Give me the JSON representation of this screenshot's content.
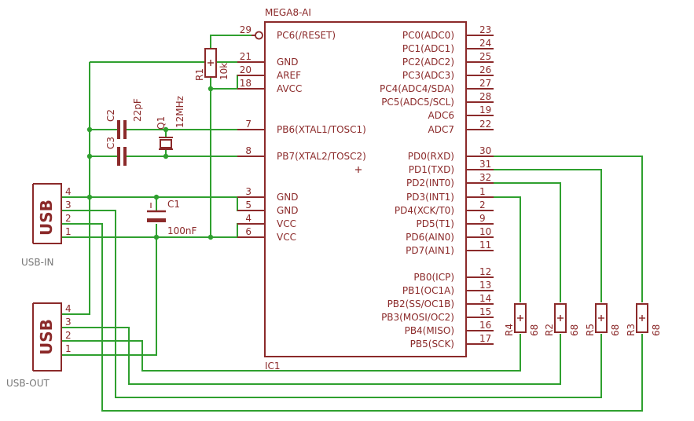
{
  "ic": {
    "name": "MEGA8-AI",
    "ref": "IC1",
    "left_pins": [
      {
        "num": "29",
        "name": "PC6(/RESET)"
      },
      {
        "num": "21",
        "name": "GND"
      },
      {
        "num": "20",
        "name": "AREF"
      },
      {
        "num": "18",
        "name": "AVCC"
      },
      {
        "num": "7",
        "name": "PB6(XTAL1/TOSC1)"
      },
      {
        "num": "8",
        "name": "PB7(XTAL2/TOSC2)"
      },
      {
        "num": "3",
        "name": "GND"
      },
      {
        "num": "5",
        "name": "GND"
      },
      {
        "num": "4",
        "name": "VCC"
      },
      {
        "num": "6",
        "name": "VCC"
      }
    ],
    "right_pins": [
      {
        "num": "23",
        "name": "PC0(ADC0)"
      },
      {
        "num": "24",
        "name": "PC1(ADC1)"
      },
      {
        "num": "25",
        "name": "PC2(ADC2)"
      },
      {
        "num": "26",
        "name": "PC3(ADC3)"
      },
      {
        "num": "27",
        "name": "PC4(ADC4/SDA)"
      },
      {
        "num": "28",
        "name": "PC5(ADC5/SCL)"
      },
      {
        "num": "19",
        "name": "ADC6"
      },
      {
        "num": "22",
        "name": "ADC7"
      },
      {
        "num": "30",
        "name": "PD0(RXD)"
      },
      {
        "num": "31",
        "name": "PD1(TXD)"
      },
      {
        "num": "32",
        "name": "PD2(INT0)"
      },
      {
        "num": "1",
        "name": "PD3(INT1)"
      },
      {
        "num": "2",
        "name": "PD4(XCK/T0)"
      },
      {
        "num": "9",
        "name": "PD5(T1)"
      },
      {
        "num": "10",
        "name": "PD6(AIN0)"
      },
      {
        "num": "11",
        "name": "PD7(AIN1)"
      },
      {
        "num": "12",
        "name": "PB0(ICP)"
      },
      {
        "num": "13",
        "name": "PB1(OC1A)"
      },
      {
        "num": "14",
        "name": "PB2(SS/OC1B)"
      },
      {
        "num": "15",
        "name": "PB3(MOSI/OC2)"
      },
      {
        "num": "16",
        "name": "PB4(MISO)"
      },
      {
        "num": "17",
        "name": "PB5(SCK)"
      }
    ]
  },
  "components": {
    "r1": {
      "ref": "R1",
      "value": "10k"
    },
    "c2": {
      "ref": "C2",
      "value": "22pF"
    },
    "c3": {
      "ref": "C3"
    },
    "q1": {
      "ref": "Q1",
      "value": "12MHz"
    },
    "c1": {
      "ref": "C1",
      "value": "100nF"
    },
    "r4": {
      "ref": "R4",
      "value": "68"
    },
    "r2": {
      "ref": "R2",
      "value": "68"
    },
    "r5": {
      "ref": "R5",
      "value": "68"
    },
    "r3": {
      "ref": "R3",
      "value": "68"
    }
  },
  "connectors": {
    "usb_in": {
      "text": "USB",
      "name": "USB-IN",
      "pins": [
        "4",
        "3",
        "2",
        "1"
      ]
    },
    "usb_out": {
      "text": "USB",
      "name": "USB-OUT",
      "pins": [
        "4",
        "3",
        "2",
        "1"
      ]
    }
  },
  "colors": {
    "part": "#8b2a2a",
    "wire": "#2fa02f",
    "gray": "#777777"
  }
}
